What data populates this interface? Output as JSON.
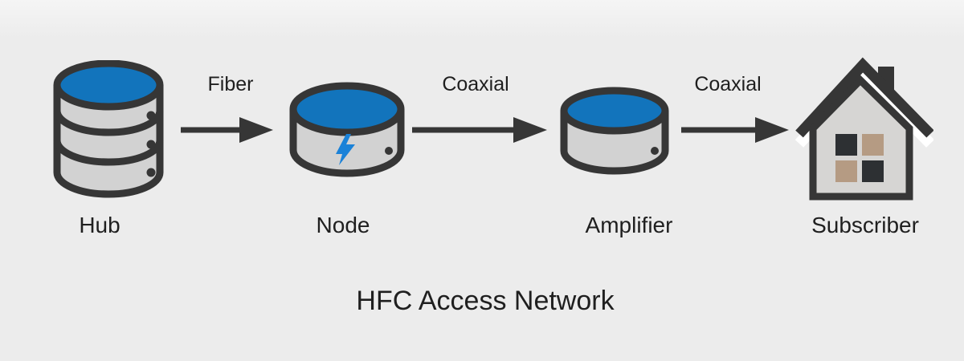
{
  "title": "HFC Access Network",
  "palette": {
    "bg": "#ececec",
    "bg_top": "#f5f5f5",
    "ink": "#363636",
    "text": "#1f1f1f",
    "blue": "#1274bc",
    "bolt_blue": "#1b82d8",
    "metal": "#d2d2d2",
    "wall": "#d6d5d3",
    "window_dark": "#2d3033",
    "window_tan": "#b59b83",
    "roof_gap": "#ffffff"
  },
  "nodes": [
    {
      "id": "hub",
      "label": "Hub",
      "icon": "database-icon"
    },
    {
      "id": "node",
      "label": "Node",
      "icon": "optical-node-icon"
    },
    {
      "id": "amplifier",
      "label": "Amplifier",
      "icon": "amplifier-icon"
    },
    {
      "id": "subscriber",
      "label": "Subscriber",
      "icon": "house-icon"
    }
  ],
  "links": [
    {
      "from": "hub",
      "to": "node",
      "label": "Fiber"
    },
    {
      "from": "node",
      "to": "amplifier",
      "label": "Coaxial"
    },
    {
      "from": "amplifier",
      "to": "subscriber",
      "label": "Coaxial"
    }
  ]
}
